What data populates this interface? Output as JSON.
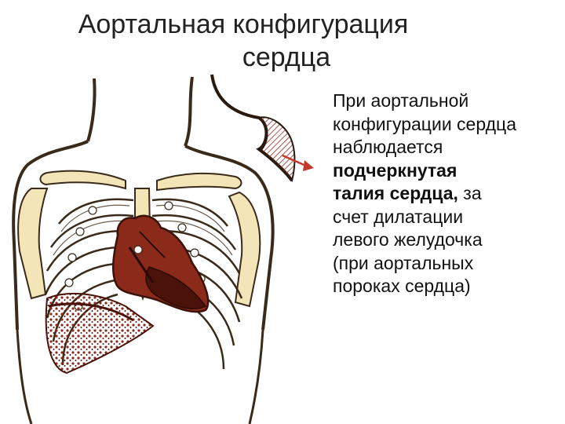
{
  "slide": {
    "title_line_1": "Аортальная конфигурация",
    "title_line_2": "сердца"
  },
  "body": {
    "lines": [
      {
        "text": "При аортальной",
        "bold": false
      },
      {
        "text": "конфигурации сердца",
        "bold": false
      },
      {
        "text": "наблюдается",
        "bold": false
      },
      {
        "text": "подчеркнутая",
        "bold": true
      },
      {
        "text_bold": "талия сердца,",
        "text_rest": " за"
      },
      {
        "text": "счет дилатации",
        "bold": false
      },
      {
        "text": "левого желудочка",
        "bold": false
      },
      {
        "text": "(при аортальных",
        "bold": false
      },
      {
        "text": "пороках сердца)",
        "bold": false
      }
    ]
  },
  "colors": {
    "heart": "#8b2a1a",
    "heart_dark": "#4a1208",
    "bone": "#f3e5b8",
    "outline": "#3a2a1a",
    "arrow": "#c0392b"
  }
}
